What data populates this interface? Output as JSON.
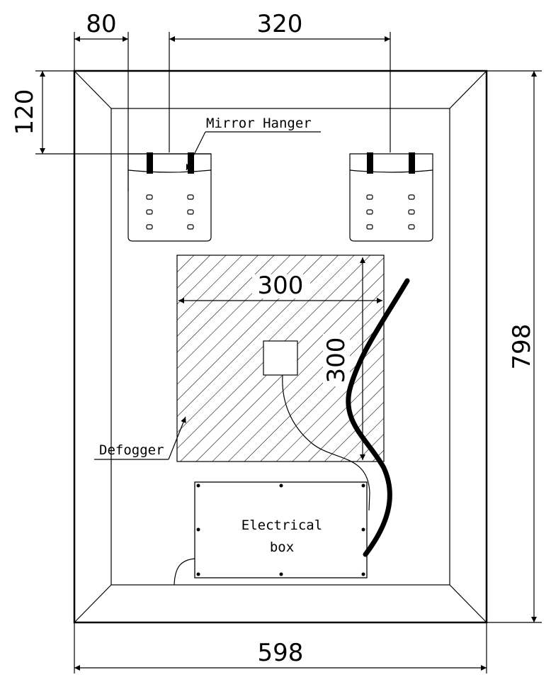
{
  "dimensions": {
    "hanger_offset": "80",
    "hanger_spacing": "320",
    "hanger_top": "120",
    "defogger_width": "300",
    "defogger_height": "300",
    "overall_height": "798",
    "overall_width": "598"
  },
  "labels": {
    "mirror_hanger": "Mirror Hanger",
    "defogger": "Defogger",
    "electrical_box_line1": "Electrical",
    "electrical_box_line2": "box"
  }
}
